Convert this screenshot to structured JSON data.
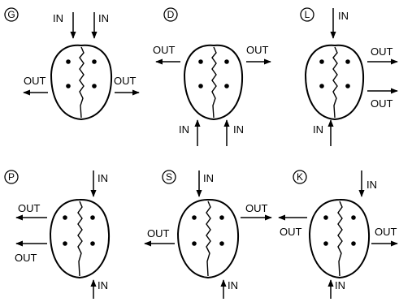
{
  "panels": [
    {
      "id": "G",
      "in_label": "IN",
      "out_label": "OUT"
    },
    {
      "id": "D",
      "in_label": "IN",
      "out_label": "OUT"
    },
    {
      "id": "L",
      "in_label": "IN",
      "out_label": "OUT"
    },
    {
      "id": "P",
      "in_label": "IN",
      "out_label": "OUT"
    },
    {
      "id": "S",
      "in_label": "IN",
      "out_label": "OUT"
    },
    {
      "id": "K",
      "in_label": "IN",
      "out_label": "OUT"
    }
  ]
}
